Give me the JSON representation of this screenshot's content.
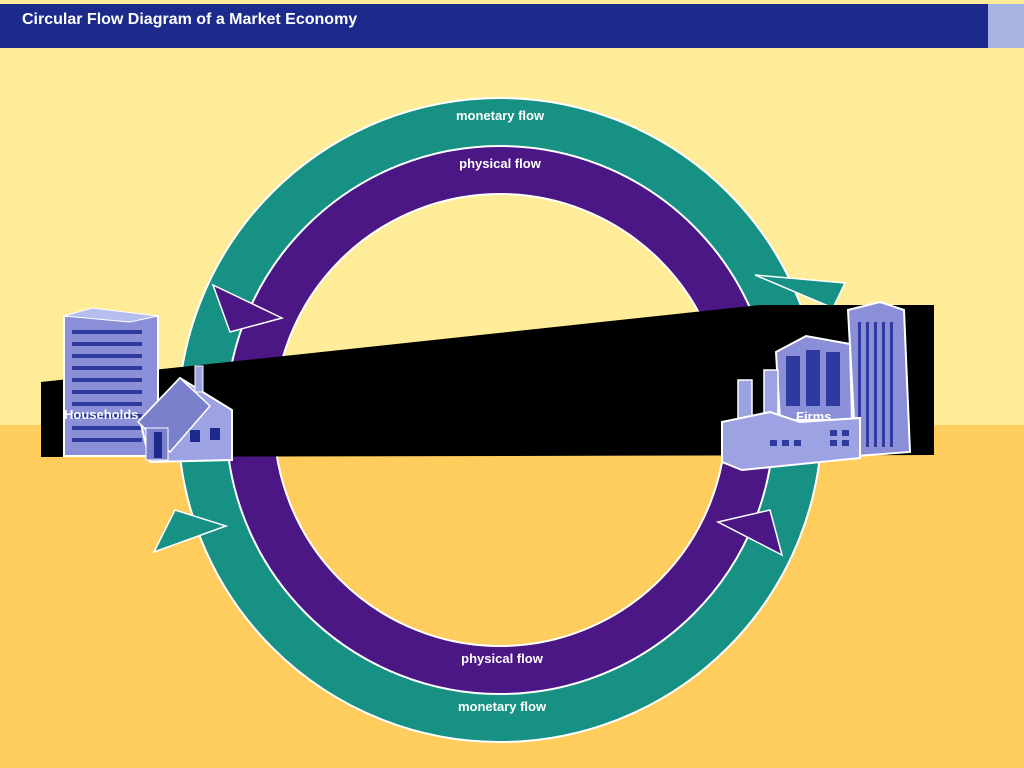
{
  "slide": {
    "title": "Circular Flow Diagram of a Market Economy"
  },
  "flows": {
    "outer_top_label": "monetary flow",
    "inner_top_label": "physical flow",
    "inner_bottom_label": "physical flow",
    "outer_bottom_label": "monetary flow"
  },
  "nodes": {
    "households_label": "Households",
    "firms_label": "Firms"
  },
  "colors": {
    "title_bar": "#1b2a8b",
    "title_accent": "#a9b4e0",
    "background_top": "#feec99",
    "background_bottom": "#fecd5e",
    "monetary_flow": "#169184",
    "physical_flow": "#4a1785",
    "band": "#000000",
    "building": "#8a8fd8"
  },
  "icons": {
    "households": "office-building-and-house-icon",
    "firms": "factory-and-skyscrapers-icon"
  }
}
